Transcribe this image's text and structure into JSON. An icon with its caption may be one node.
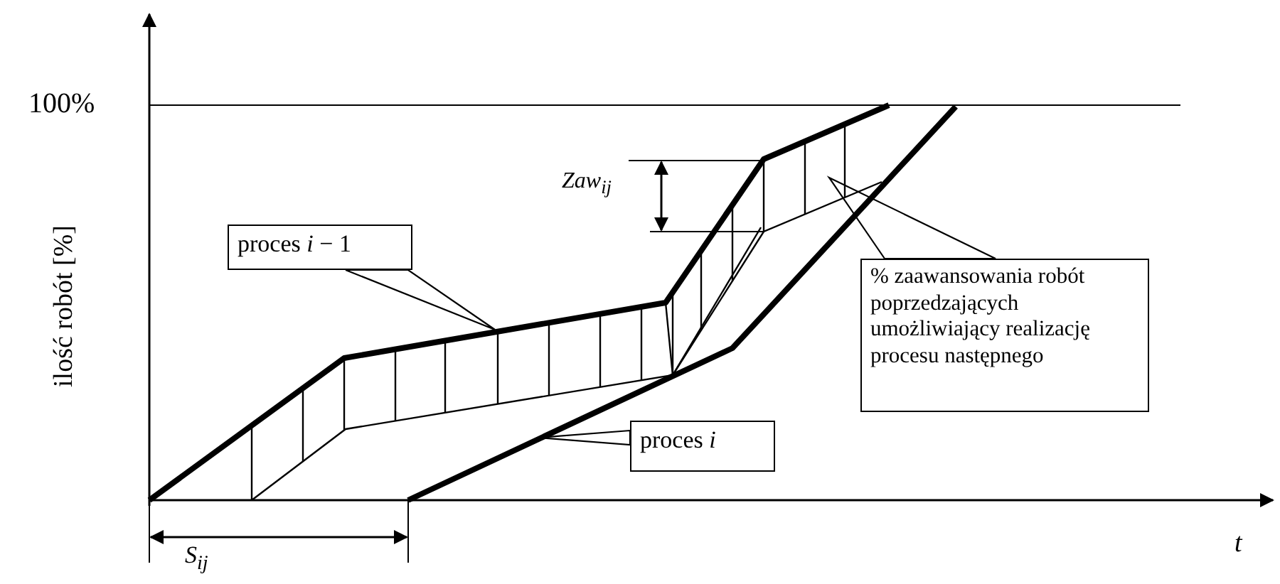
{
  "diagram": {
    "nodes": [
      {
        "text": [
          "proces *i* − 1"
        ]
      },
      {
        "text": [
          "% zaawansowania robót poprzedzających umożliwiający realizację procesu następnego"
        ]
      },
      {
        "text": [
          "proces *i*"
        ]
      }
    ],
    "edges": [
      {
        "from": 0,
        "to": null,
        "arrow": "none"
      },
      {
        "from": 1,
        "to": null,
        "arrow": "none"
      },
      {
        "from": 2,
        "to": null,
        "arrow": "none"
      }
    ],
    "labels": [
      "100%",
      "ilość robót [%]",
      "Zaw$_{ij}$",
      "S$_{ij}$",
      "t"
    ]
  }
}
